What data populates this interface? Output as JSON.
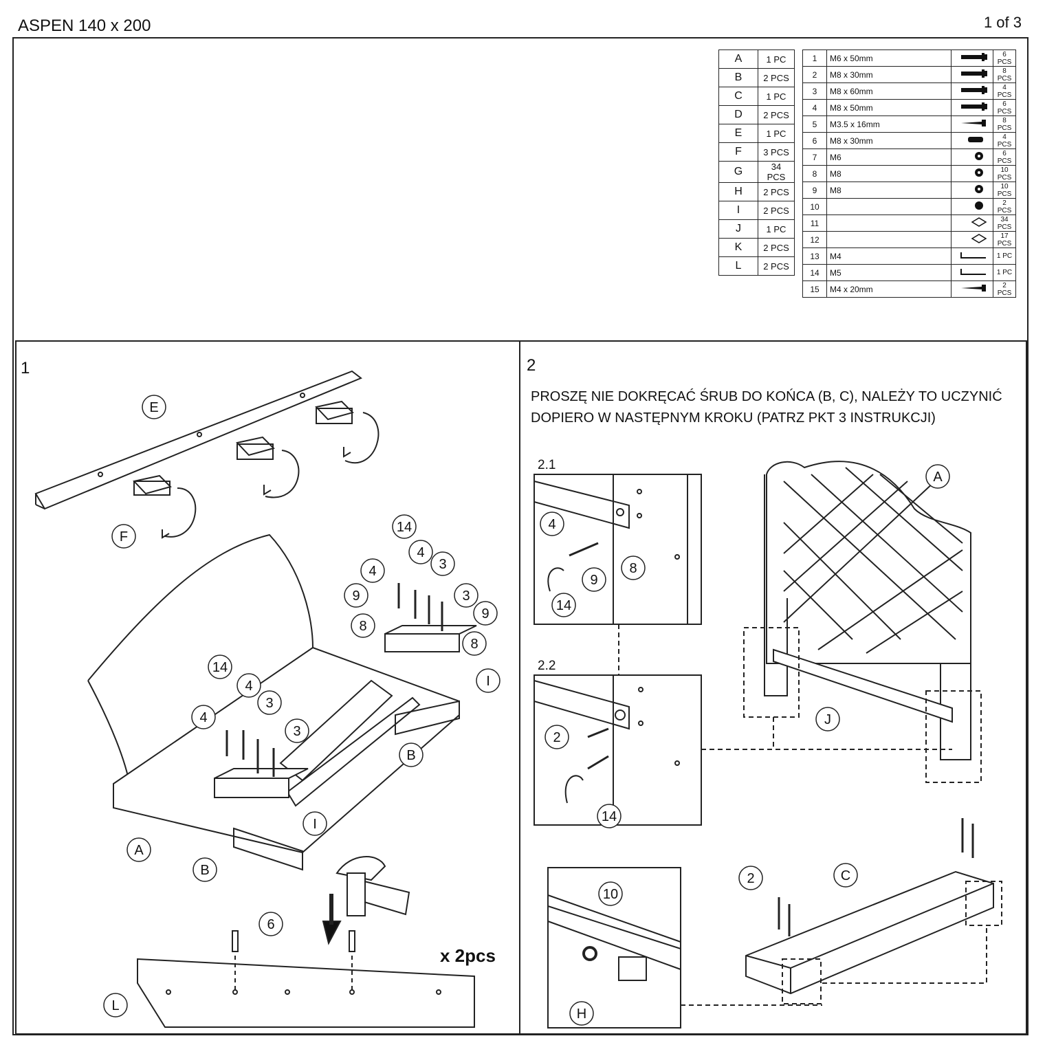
{
  "header": {
    "title": "ASPEN 140 x 200",
    "page": "1 of 3"
  },
  "parts_letters": [
    {
      "id": "A",
      "qty": "1 PC"
    },
    {
      "id": "B",
      "qty": "2 PCS"
    },
    {
      "id": "C",
      "qty": "1 PC"
    },
    {
      "id": "D",
      "qty": "2 PCS"
    },
    {
      "id": "E",
      "qty": "1 PC"
    },
    {
      "id": "F",
      "qty": "3 PCS"
    },
    {
      "id": "G",
      "qty": "34 PCS"
    },
    {
      "id": "H",
      "qty": "2 PCS"
    },
    {
      "id": "I",
      "qty": "2 PCS"
    },
    {
      "id": "J",
      "qty": "1 PC"
    },
    {
      "id": "K",
      "qty": "2 PCS"
    },
    {
      "id": "L",
      "qty": "2 PCS"
    }
  ],
  "hardware": [
    {
      "no": "1",
      "spec": "M6 x 50mm",
      "icon": "bolt-icon",
      "qty": "6 PCS"
    },
    {
      "no": "2",
      "spec": "M8 x 30mm",
      "icon": "bolt-icon",
      "qty": "8 PCS"
    },
    {
      "no": "3",
      "spec": "M8 x 60mm",
      "icon": "bolt-icon",
      "qty": "4 PCS"
    },
    {
      "no": "4",
      "spec": "M8 x 50mm",
      "icon": "bolt-icon",
      "qty": "6 PCS"
    },
    {
      "no": "5",
      "spec": "M3.5 x 16mm",
      "icon": "screw-icon",
      "qty": "8 PCS"
    },
    {
      "no": "6",
      "spec": "M8 x 30mm",
      "icon": "dowel-icon",
      "qty": "4 PCS"
    },
    {
      "no": "7",
      "spec": "M6",
      "icon": "washer-icon",
      "qty": "6 PCS"
    },
    {
      "no": "8",
      "spec": "M8",
      "icon": "washer-icon",
      "qty": "10 PCS"
    },
    {
      "no": "9",
      "spec": "M8",
      "icon": "washer-icon",
      "qty": "10 PCS"
    },
    {
      "no": "10",
      "spec": "",
      "icon": "cap-icon",
      "qty": "2 PCS"
    },
    {
      "no": "11",
      "spec": "",
      "icon": "slat-holder-icon",
      "qty": "34 PCS"
    },
    {
      "no": "12",
      "spec": "",
      "icon": "slat-holder-icon",
      "qty": "17 PCS"
    },
    {
      "no": "13",
      "spec": "M4",
      "icon": "allen-key-icon",
      "qty": "1 PC"
    },
    {
      "no": "14",
      "spec": "M5",
      "icon": "allen-key-icon",
      "qty": "1 PC"
    },
    {
      "no": "15",
      "spec": "M4 x 20mm",
      "icon": "screw-icon",
      "qty": "2 PCS"
    }
  ],
  "step1": {
    "number": "1",
    "multiplier": "x 2pcs"
  },
  "step2": {
    "number": "2",
    "note": "PROSZĘ NIE DOKRĘCAĆ ŚRUB DO KOŃCA (B, C), NALEŻY TO UCZYNIĆ DOPIERO W NASTĘPNYM KROKU (PATRZ PKT 3 INSTRUKCJI)",
    "sub1": "2.1",
    "sub2": "2.2"
  },
  "callouts": {
    "A": "A",
    "B": "B",
    "C": "C",
    "E": "E",
    "F": "F",
    "H": "H",
    "I": "I",
    "J": "J",
    "L": "L",
    "n2": "2",
    "n3": "3",
    "n4": "4",
    "n6": "6",
    "n8": "8",
    "n9": "9",
    "n10": "10",
    "n14": "14"
  }
}
